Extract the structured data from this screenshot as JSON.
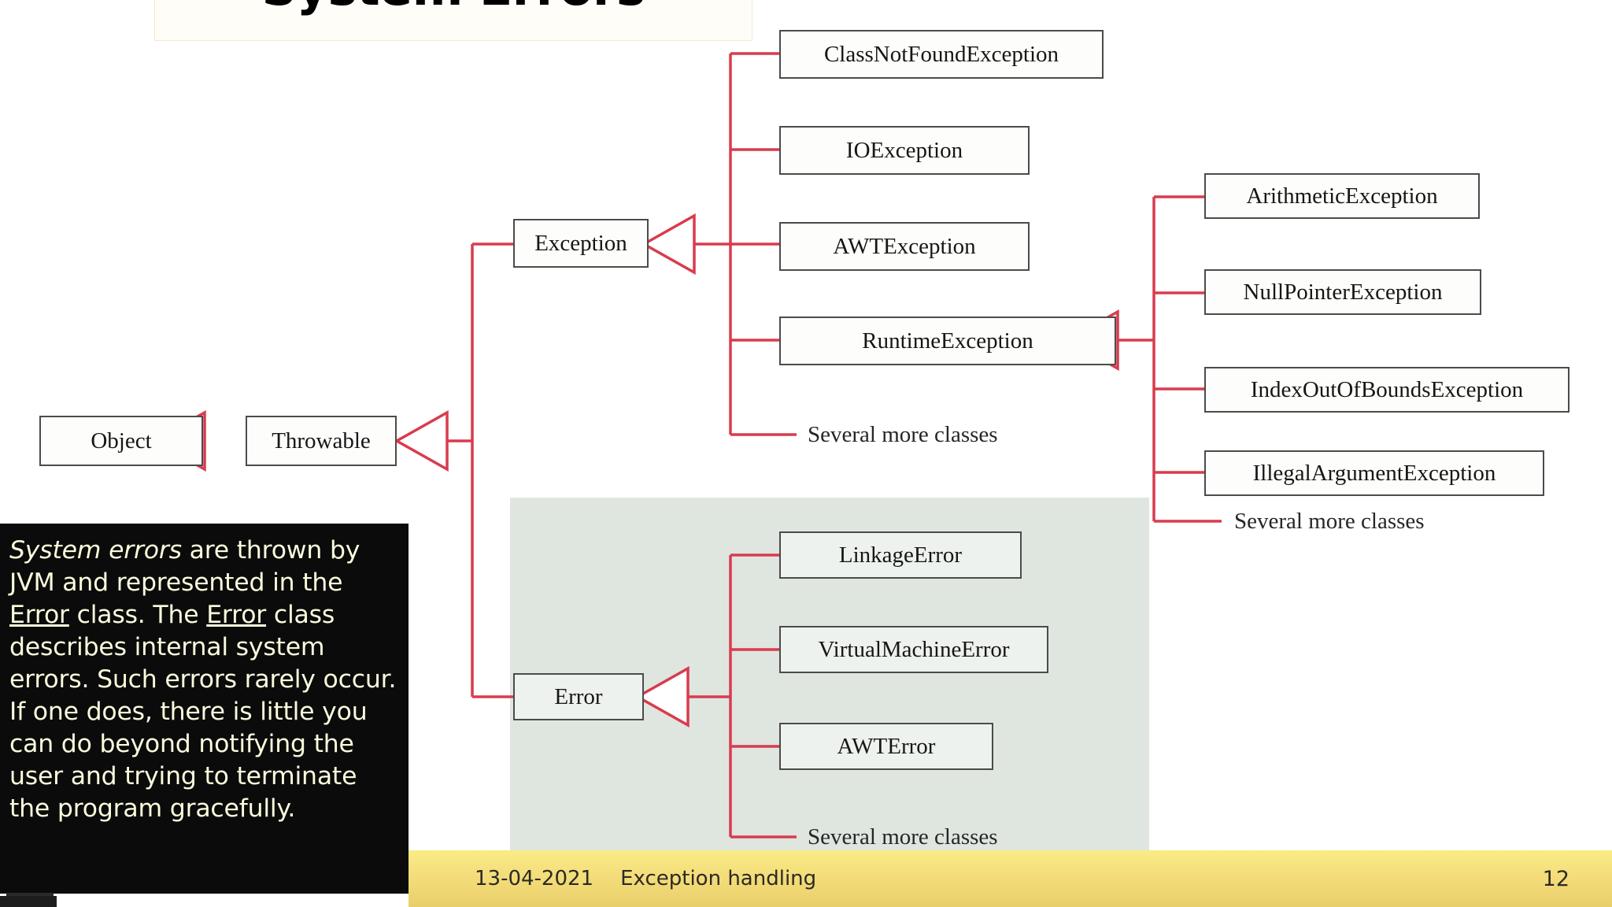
{
  "slide": {
    "title": "System Errors",
    "accent_red": "#d93b4e",
    "box_border": "#4b4b4b",
    "panel_bg": "#dfe6e0",
    "callout_bg": "#0b0b0b",
    "callout_fg": "#fbfbdd",
    "footer_bg": "#f4dd7a"
  },
  "diagram": {
    "root_nodes": [
      {
        "id": "object",
        "label": "Object"
      },
      {
        "id": "throwable",
        "label": "Throwable"
      }
    ],
    "branch_nodes": [
      {
        "id": "exception",
        "label": "Exception"
      },
      {
        "id": "error",
        "label": "Error"
      }
    ],
    "exception_children": [
      {
        "id": "classnotfound",
        "label": "ClassNotFoundException",
        "kind": "box"
      },
      {
        "id": "ioexception",
        "label": "IOException",
        "kind": "box"
      },
      {
        "id": "awtexception",
        "label": "AWTException",
        "kind": "box"
      },
      {
        "id": "runtimeexception",
        "label": "RuntimeException",
        "kind": "box"
      },
      {
        "id": "exception-more",
        "label": "Several more classes",
        "kind": "note"
      }
    ],
    "runtime_children": [
      {
        "id": "arithmetic",
        "label": "ArithmeticException",
        "kind": "box"
      },
      {
        "id": "nullpointer",
        "label": "NullPointerException",
        "kind": "box"
      },
      {
        "id": "indexbounds",
        "label": "IndexOutOfBoundsException",
        "kind": "box"
      },
      {
        "id": "illegalarg",
        "label": "IllegalArgumentException",
        "kind": "box"
      },
      {
        "id": "runtime-more",
        "label": "Several more classes",
        "kind": "note"
      }
    ],
    "error_children": [
      {
        "id": "linkageerror",
        "label": "LinkageError",
        "kind": "box"
      },
      {
        "id": "vmerror",
        "label": "VirtualMachineError",
        "kind": "box"
      },
      {
        "id": "awterror",
        "label": "AWTError",
        "kind": "box"
      },
      {
        "id": "error-more",
        "label": "Several more classes",
        "kind": "note"
      }
    ]
  },
  "callout": {
    "line1_italic": "System errors",
    "line1_rest": " are thrown by JVM and represented in the ",
    "term1": "Error",
    "mid1": " class. The ",
    "term2": "Error",
    "tail": " class describes internal system errors. Such errors rarely occur. If one does, there is little you can do beyond notifying the user and trying to terminate the program gracefully."
  },
  "footer": {
    "date": "13-04-2021",
    "subject": "Exception handling",
    "page": "12"
  }
}
